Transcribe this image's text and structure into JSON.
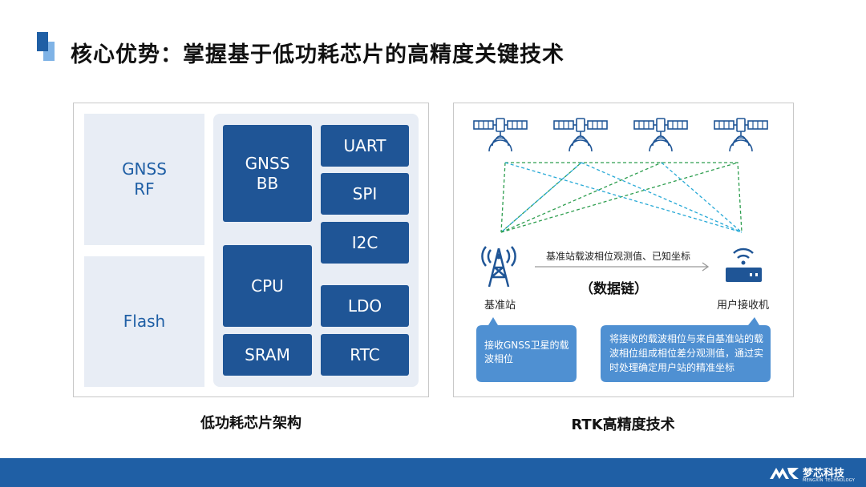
{
  "slide": {
    "title": "核心优势：掌握基于低功耗芯片的高精度关键技术"
  },
  "left_panel": {
    "blocks": {
      "gnss_rf": "GNSS\nRF",
      "flash": "Flash",
      "gnss_bb": "GNSS\nBB",
      "cpu": "CPU",
      "sram": "SRAM",
      "uart": "UART",
      "spi": "SPI",
      "i2c": "I2C",
      "ldo": "LDO",
      "rtc": "RTC"
    },
    "caption": "低功耗芯片架构"
  },
  "right_panel": {
    "arrow_label": "基准站载波相位观测值、已知坐标",
    "data_link": "（数据链）",
    "base_station_label": "基准站",
    "receiver_label": "用户接收机",
    "bubble_left": "接收GNSS卫星的载波相位",
    "bubble_right": "将接收的载波相位与来自基准站的载波相位组成相位差分观测值，通过实时处理确定用户站的精准坐标",
    "caption": "RTK高精度技术"
  },
  "footer": {
    "logo_text": "梦芯科技",
    "logo_sub": "MENGXIN TECHNOLOGY"
  },
  "colors": {
    "primary": "#1f5596",
    "accent": "#1f5fa5",
    "light_bg": "#e8edf5",
    "bubble": "#4f90d2",
    "green_line": "#2e9e4f",
    "cyan_line": "#27a9d6"
  }
}
